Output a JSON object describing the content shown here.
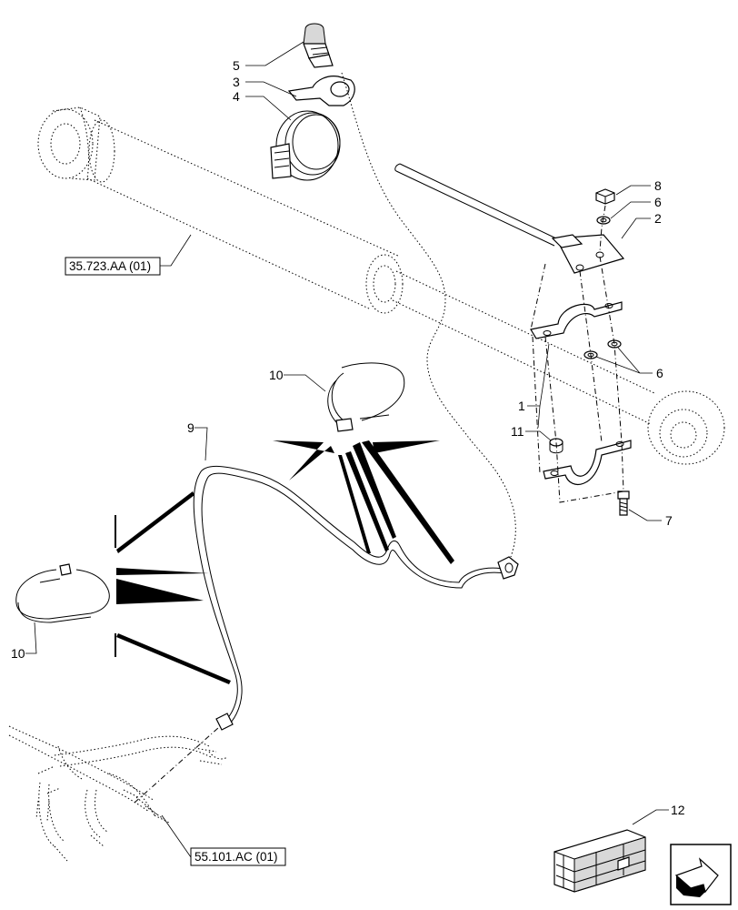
{
  "callouts": {
    "c1": "1",
    "c2": "2",
    "c3": "3",
    "c4": "4",
    "c5": "5",
    "c6a": "6",
    "c6b": "6",
    "c7": "7",
    "c8": "8",
    "c9": "9",
    "c10a": "10",
    "c10b": "10",
    "c11": "11",
    "c12": "12"
  },
  "references": {
    "cylinder": "35.723.AA (01)",
    "harness": "55.101.AC (01)"
  },
  "icons": {
    "kit": "crate-icon",
    "nav": "navigation-arrow-icon"
  }
}
